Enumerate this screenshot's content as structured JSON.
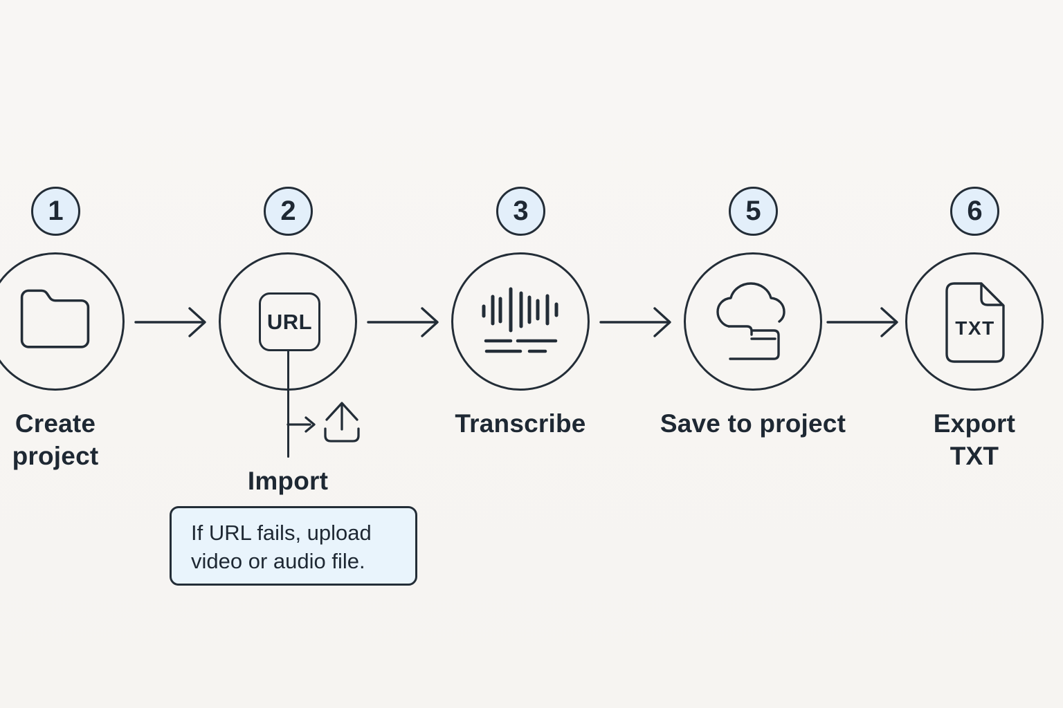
{
  "canvas": {
    "background": "#f7f5f2"
  },
  "palette": {
    "stroke": "#232d37",
    "text": "#1e2833",
    "badge_fill": "#e3effa",
    "note_fill": "#e9f4fc"
  },
  "steps": [
    {
      "number": "1",
      "label": "Create project",
      "label_lines": [
        "Create",
        "project"
      ],
      "icon": "folder-icon"
    },
    {
      "number": "2",
      "label": "Import",
      "label_lines": [
        "Import"
      ],
      "icon": "url-box-icon",
      "icon_text": "URL",
      "sub_icon": "upload-icon"
    },
    {
      "number": "3",
      "label": "Transcribe",
      "label_lines": [
        "Transcribe"
      ],
      "icon": "waveform-icon"
    },
    {
      "number": "5",
      "label": "Save to project",
      "label_lines": [
        "Save to project"
      ],
      "icon": "cloud-icon"
    },
    {
      "number": "6",
      "label": "Export TXT",
      "label_lines": [
        "Export",
        "TXT"
      ],
      "icon": "txt-file-icon",
      "icon_text": "TXT"
    }
  ],
  "note": {
    "text": "If URL fails, upload video or audio file.",
    "lines": [
      "If URL fails, upload",
      "video or audio file."
    ]
  }
}
